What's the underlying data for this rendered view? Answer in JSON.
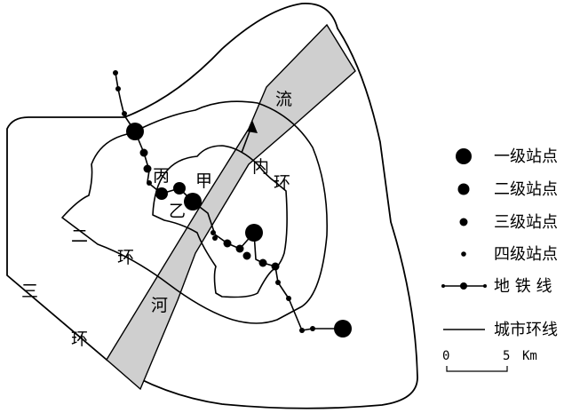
{
  "labels": {
    "river": "流",
    "inner_ring_1": "内",
    "inner_ring_2": "环",
    "second_ring_1": "二",
    "second_ring_2": "环",
    "third_ring_1": "三",
    "third_ring_2": "环",
    "river_name": "河",
    "place_a": "甲",
    "place_b": "乙",
    "place_c": "丙"
  },
  "legend": {
    "level1": "一级站点",
    "level2": "二级站点",
    "level3": "三级站点",
    "level4": "四级站点",
    "metro_line": "地 铁 线",
    "ring_road": "城市环线"
  },
  "scale": {
    "zero": "0",
    "value": "5",
    "unit": "Km"
  }
}
